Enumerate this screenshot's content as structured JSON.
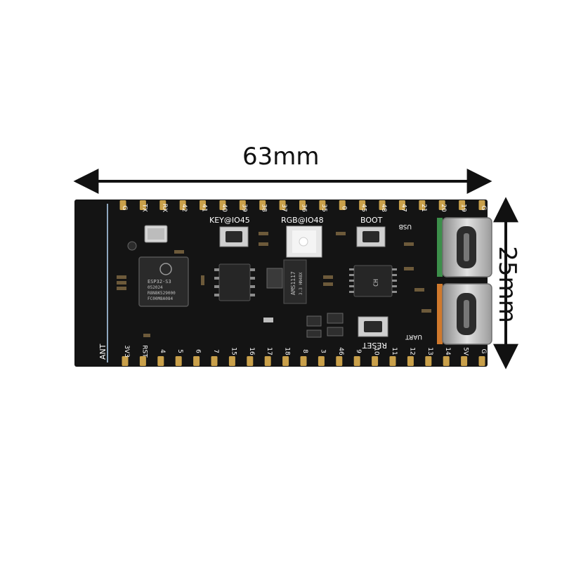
{
  "dimensions": {
    "width": "63mm",
    "height": "25mm"
  },
  "board": {
    "antenna_label": "ANT",
    "top_pins": [
      "G",
      "TX",
      "RX",
      "42",
      "41",
      "40",
      "39",
      "38",
      "37",
      "36",
      "35",
      "0",
      "45",
      "48",
      "47",
      "21",
      "20",
      "19",
      "G"
    ],
    "bottom_pins": [
      "3V3",
      "RST",
      "4",
      "5",
      "6",
      "7",
      "15",
      "16",
      "17",
      "18",
      "8",
      "3",
      "46",
      "9",
      "10",
      "11",
      "12",
      "13",
      "14",
      "5V",
      "G"
    ],
    "labels": {
      "key": "KEY@IO45",
      "rgb": "RGB@IO48",
      "boot": "BOOT",
      "reset": "RESET",
      "usb": "USB",
      "uart": "UART"
    },
    "chips": {
      "esp32": [
        "ESP32-S3",
        "052024",
        "R8N8K529000",
        "FC00M8A084"
      ],
      "regulator": [
        "AMS1117",
        "3.3 HN48X"
      ],
      "uart_chip": "CH"
    },
    "colors": {
      "pcb": "#141414",
      "gold": "#c9a04a",
      "antenna_line": "#8ea6be",
      "usb_connector": "#b9b9b9",
      "usb_accent_green": "#3c8f4a",
      "usb_accent_orange": "#d0792c"
    }
  }
}
